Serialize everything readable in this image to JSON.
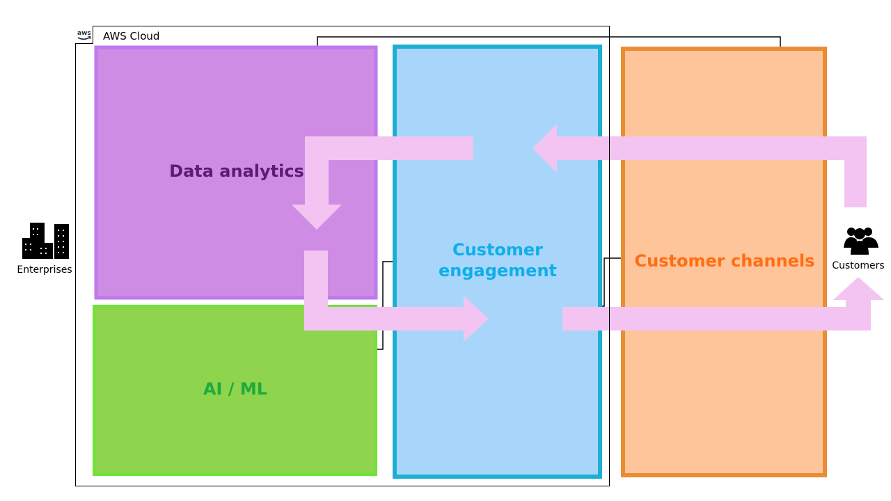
{
  "cloud": {
    "title": "AWS Cloud",
    "logo_icon": "aws-logo-icon"
  },
  "blocks": {
    "data_analytics": {
      "label": "Data analytics",
      "fill": "#CF8CE5",
      "border": "#BE79EB",
      "text_color": "#5D1B74"
    },
    "ai_ml": {
      "label": "AI / ML",
      "fill": "#8FD44D",
      "border": "#6FE338",
      "text_color": "#1EAA41"
    },
    "customer_engagement": {
      "label_line1": "Customer",
      "label_line2": "engagement",
      "fill": "#A8D6FB",
      "border": "#1DAED2",
      "text_color": "#0FAEE9"
    },
    "customer_channels": {
      "label": "Customer channels",
      "fill": "#FEC49A",
      "border": "#EA8C32",
      "text_color": "#FF6D12"
    }
  },
  "actors": {
    "enterprises": {
      "label": "Enterprises",
      "icon": "office-buildings-icon"
    },
    "customers": {
      "label": "Customers",
      "icon": "user-group-icon"
    }
  },
  "arrows": {
    "color": "#F3C4F1"
  }
}
